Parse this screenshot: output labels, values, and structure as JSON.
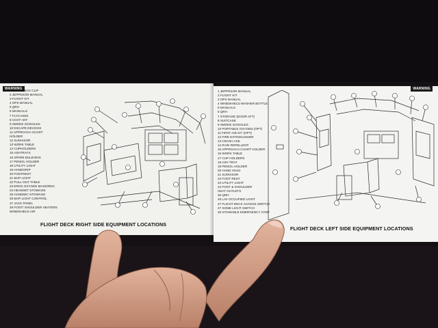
{
  "left_page": {
    "warning_label": "WARNING",
    "legend": [
      "1 WASTE BAG CLIP",
      "2 JEPPESON MANUAL",
      "3 FLIGHT KIT",
      "4 OPS MANUAL",
      "5 QRH",
      "6 MANUALS",
      "7 FLYCASES",
      "8 COAT HAT",
      "9 SMOKE GOGGLES",
      "10 ESCAPE DEVICES",
      "11 APPROACH CHART",
      "HOLDER",
      "12 SUNVISOR",
      "13 WORK TABLE",
      "14 CUPHOLDERS",
      "15 ASHTRAYS",
      "16 SPARE BULB BOX",
      "17 PENCIL HOLDER",
      "18 UTILITY LIGHT",
      "19 HANDGRIP",
      "20 FOOTREST",
      "21 MAP LIGHT",
      "22 PULL-OUT TABLE",
      "23 EROS OXYGEN MASK/REG",
      "24 HEADSET STOWAGE",
      "25 HANDMIC STOWAGE",
      "26 MAP LIGHT CONTROL",
      "27 JACK PANEL",
      "28 FOOT/ SHOULDER HEATERS",
      "WINDSHIELD AIR"
    ],
    "caption": "FLIGHT DECK RIGHT SIDE EQUIPMENT LOCATIONS"
  },
  "right_page": {
    "warning_label": "WARNING",
    "legend": [
      "1 JEPPESON MANUAL",
      "2 FLIGHT KIT",
      "3 OPS MANUAL",
      "4 WINDSHIELD WASHER BOTTLE",
      "5 MANUALS",
      "6 QRH",
      "7 STORAGE (DOOR AFT)",
      "8 SUITCASE",
      "9 SMOKE GOGGLES",
      "10 PORTABLE OXYGEN (OPT)",
      "11 FIRST AID KIT (OPT)",
      "12 FIRE EXTINGUISHER",
      "13 CRASH AXE",
      "14 RAIN REPELLENT",
      "15 APPROACH CHART HOLDER",
      "16 WORK TABLE",
      "17 CUP HOLDERS",
      "18 ASH TRAY",
      "19 PENCIL HOLDER",
      "20 HAND HOLD",
      "21 SUNVISOR",
      "22 FOOT REST",
      "23 UTILITY LIGHT",
      "24 FOOT & SHOULDER",
      "HEAT OUTLETS",
      "25 QRH",
      "26 LAV OCCUPIED LIGHT",
      "27 FLIGHT DECK ACCESS SWITCH",
      "27 SOME LIGHT SWITCH",
      "28 STOWABLE EMERGENCY STEP"
    ],
    "caption": "FLIGHT DECK LEFT SIDE EQUIPMENT LOCATIONS"
  },
  "colors": {
    "background": "#151014",
    "paper": "#f1f1ee",
    "ink": "#1d1d1d",
    "skin": "#d9a58c"
  }
}
